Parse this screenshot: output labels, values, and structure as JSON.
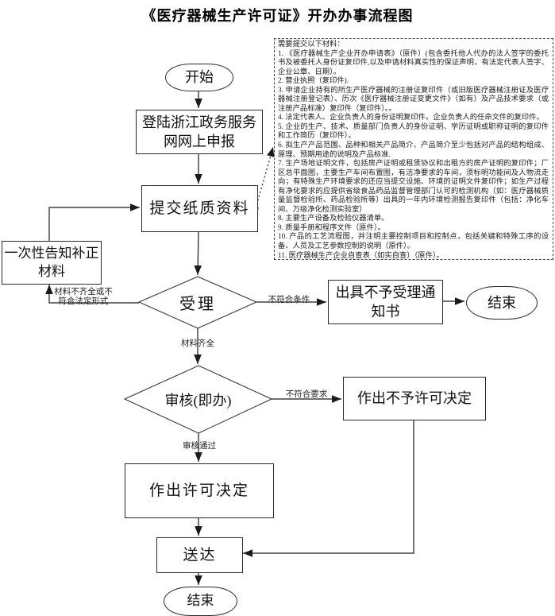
{
  "title": "《医疗器械生产许可证》开办办事流程图",
  "nodes": {
    "start": "开始",
    "online_apply": "登陆浙江政务服务网网上申报",
    "submit_paper": "提交纸质资料",
    "correction": "一次性告知补正材料",
    "accept": "受理",
    "reject_notice": "出具不予受理通知书",
    "end_top": "结束",
    "review": "审核(即办)",
    "deny_decision": "作出不予许可决定",
    "grant_decision": "作出许可决定",
    "deliver": "送达",
    "end_bottom": "结束"
  },
  "edge_labels": {
    "incomplete": "材料不齐全或不符合法定形式",
    "rejected": "不符合条件",
    "complete": "材料齐全",
    "not_meet_requirements": "不符合要求",
    "review_passed": "审核通过"
  },
  "materials": {
    "header": "需要提交以下材料：",
    "items": [
      "1. 《医疗器械生产企业开办申请表》（原件）(包含委托他人代办的法人签字的委托书及被委托人身份证复印件,以及申请材料真实性的保证声明，有法定代表人签字、企业公章、日期）。",
      "2. 营业执照（复印件).",
      "3. 申请企业持有的所生产医疗器械的注册证复印件（或旧版医疗器械注册证及医疗器械注册登记表）、历次《医疗器械注册证变更文件》（如有）及产品技术要求（或注册产品标准）复印件（复印件）。。",
      "4. 法定代表人、企业负责人的身份证明复印件。企业负责人的任命文件的复印件。",
      "5. 企业的生产、技术、质量部门负责人的身份证明、学历证明或职称证明的复印件和工作简历（复印件）。",
      "6. 拟生产产品范围、品种和相关产品简介、产品简介至少包括对产品的结构组成、原理、预期用途的说明及产品标准.",
      "7. 生产场地证明文件，包括房产证明或租赁协议和出租方的房产证明的复印件；厂区总平面图，主要生产车间布置图，有洁净要求的车间，须标明功能间及人物流走向；有特殊生产环境要求的还应当提交设施、环境的证明文件复印件；如生产过程有净化要求的应提供省级食品药品监督管理部门认可的检测机构（如：医疗器械质量监督检验所、药品检验所等）出具的一年内环境检测报告复印件（包括：净化车间、万级净化检测实验室）",
      "8. 主要生产设备及检验仪器清单。",
      "9. 质量手册和程序文件（原件）。",
      "10. 产品的工艺流程图，并注明主要控制项目和控制点，包括关键和特殊工序的设备、人员及工艺参数控制的说明（原件）。",
      "11. 医疗器械生产企业自查表（如实自查）（原件）。"
    ]
  },
  "colors": {
    "line": "#1a1a1a",
    "text": "#000000",
    "background": "#ffffff"
  }
}
